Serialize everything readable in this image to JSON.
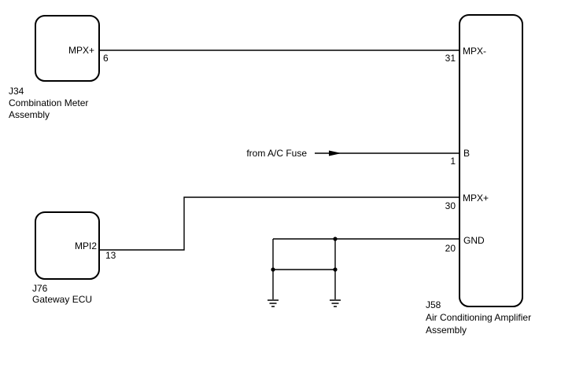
{
  "components": {
    "j34": {
      "code": "J34",
      "name_line1": "Combination Meter",
      "name_line2": "Assembly",
      "pin_name": "MPX+",
      "pin_number": "6"
    },
    "j76": {
      "code": "J76",
      "name_line1": "Gateway ECU",
      "pin_name": "MPI2",
      "pin_number": "13"
    },
    "j58": {
      "code": "J58",
      "name_line1": "Air Conditioning Amplifier",
      "name_line2": "Assembly",
      "pins": [
        {
          "name": "MPX-",
          "number": "31"
        },
        {
          "name": "B",
          "number": "1"
        },
        {
          "name": "MPX+",
          "number": "30"
        },
        {
          "name": "GND",
          "number": "20"
        }
      ]
    }
  },
  "source": {
    "label": "from A/C Fuse"
  }
}
